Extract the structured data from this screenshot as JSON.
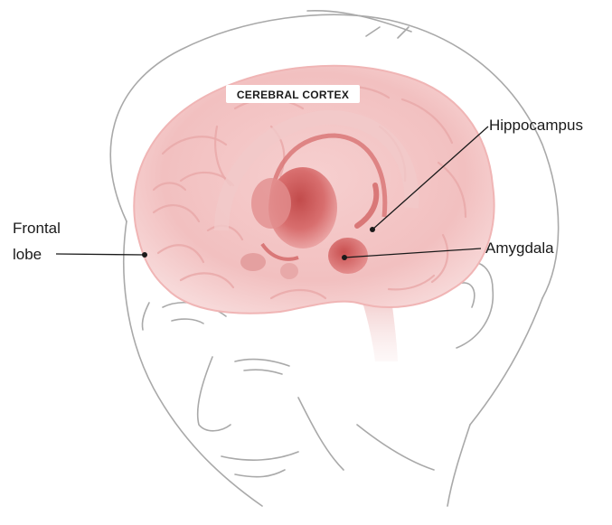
{
  "labels": {
    "cerebral_cortex": "CEREBRAL CORTEX",
    "hippocampus": "Hippocampus",
    "amygdala": "Amygdala",
    "frontal_line1": "Frontal",
    "frontal_line2": "lobe"
  },
  "colors": {
    "brain_fill": "#f3c3c3",
    "brain_dark": "#d96f6f",
    "label_box": "#ffffff",
    "outline": "#a9a9a9"
  }
}
